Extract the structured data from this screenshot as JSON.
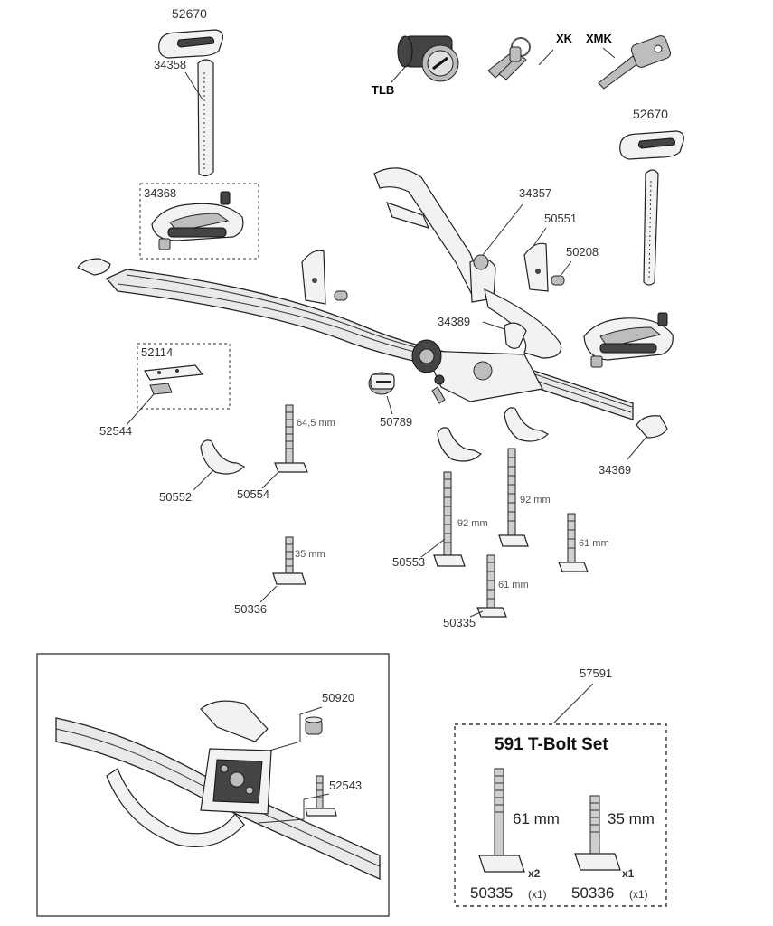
{
  "parts": {
    "p52670a": "52670",
    "p34358": "34358",
    "tlb": "TLB",
    "xk": "XK",
    "xmk": "XMK",
    "p52670b": "52670",
    "p34368": "34368",
    "p34357": "34357",
    "p50551": "50551",
    "p50208": "50208",
    "p34389": "34389",
    "p52114": "52114",
    "p52544": "52544",
    "p50789": "50789",
    "p34369": "34369",
    "p50552": "50552",
    "p50554": "50554",
    "p50553": "50553",
    "p50336": "50336",
    "p50335": "50335",
    "p50920": "50920",
    "p52543": "52543",
    "p57591": "57591"
  },
  "measurements": {
    "m64_5": "64,5 mm",
    "m92a": "92 mm",
    "m92b": "92 mm",
    "m61a": "61 mm",
    "m61b": "61 mm",
    "m35": "35 mm"
  },
  "tbolt_set": {
    "title": "591 T-Bolt Set",
    "left_length": "61 mm",
    "right_length": "35 mm",
    "left_qty": "x2",
    "right_qty": "x1",
    "left_part": "50335",
    "left_part_qty": "(x1)",
    "right_part": "50336",
    "right_part_qty": "(x1)"
  }
}
